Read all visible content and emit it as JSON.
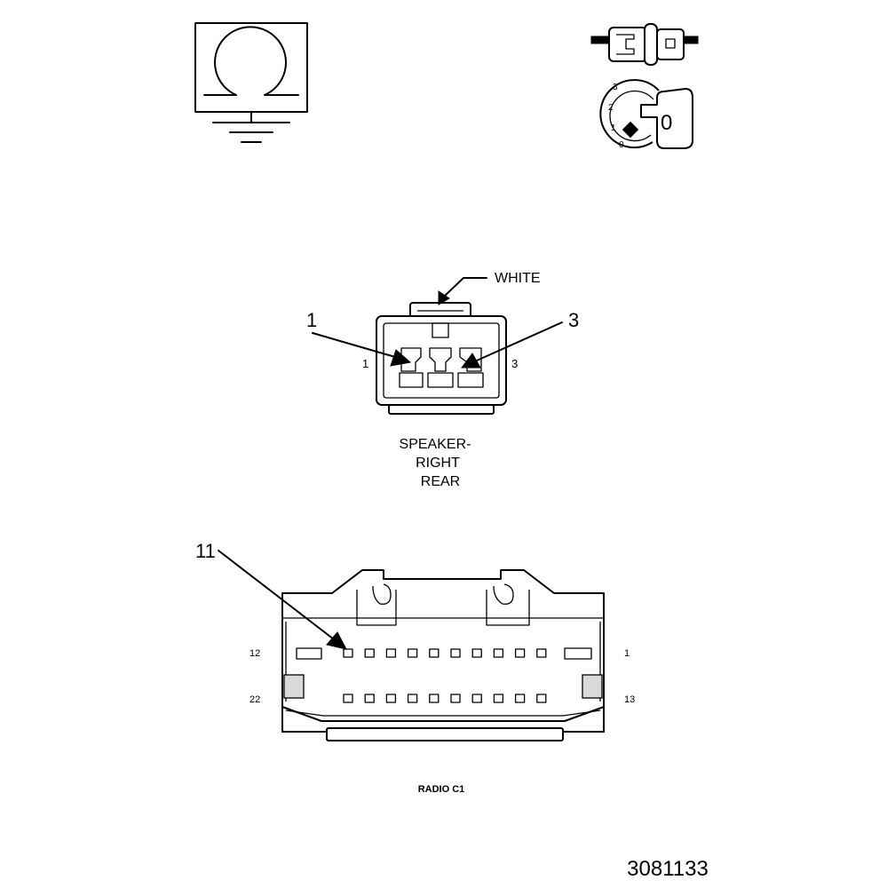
{
  "legend_icons": {
    "ground_symbol_icon": "ground-symbol-icon",
    "connector_plug_icon": "connector-plug-icon",
    "ignition_switch_icon": "ignition-switch-icon",
    "ignition_positions": [
      "3",
      "2",
      "1",
      "0"
    ],
    "key_label": "0"
  },
  "speaker_connector": {
    "color_label": "WHITE",
    "callout_left": "1",
    "callout_right": "3",
    "pin_left": "1",
    "pin_right": "3",
    "caption": [
      "SPEAKER-",
      "RIGHT",
      "REAR"
    ]
  },
  "radio_connector": {
    "callout": "11",
    "top_row_left_pin": "12",
    "top_row_right_pin": "1",
    "bottom_row_left_pin": "22",
    "bottom_row_right_pin": "13",
    "caption": "RADIO C1"
  },
  "figure_number": "3081133"
}
